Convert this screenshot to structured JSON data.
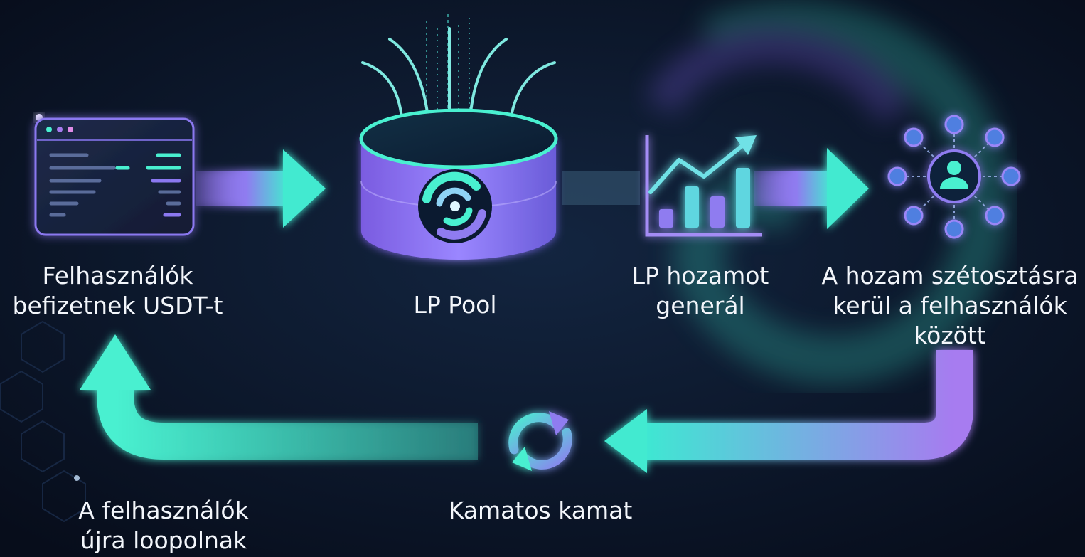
{
  "steps": {
    "deposit": {
      "line1": "Felhasználók",
      "line2": "befizetnek USDT-t"
    },
    "pool": {
      "line1": "LP Pool"
    },
    "yield": {
      "line1": "LP hozamot",
      "line2": "generál"
    },
    "distribute": {
      "line1": "A hozam szétosztásra",
      "line2": "kerül a felhasználók",
      "line3": "között"
    },
    "compound": {
      "line1": "Kamatos kamat"
    },
    "reloop": {
      "line1": "A felhasználók",
      "line2": "újra loopolnak"
    }
  },
  "icons": {
    "deposit": "dashboard-window-icon",
    "pool": "liquidity-pool-cylinder-icon",
    "yield": "growth-bar-chart-icon",
    "distribute": "user-network-icon",
    "compound": "refresh-cycle-icon"
  },
  "colors": {
    "background": "#0b1426",
    "teal": "#3ee8c8",
    "purple": "#a77bf0",
    "text": "#f3f6fb"
  }
}
